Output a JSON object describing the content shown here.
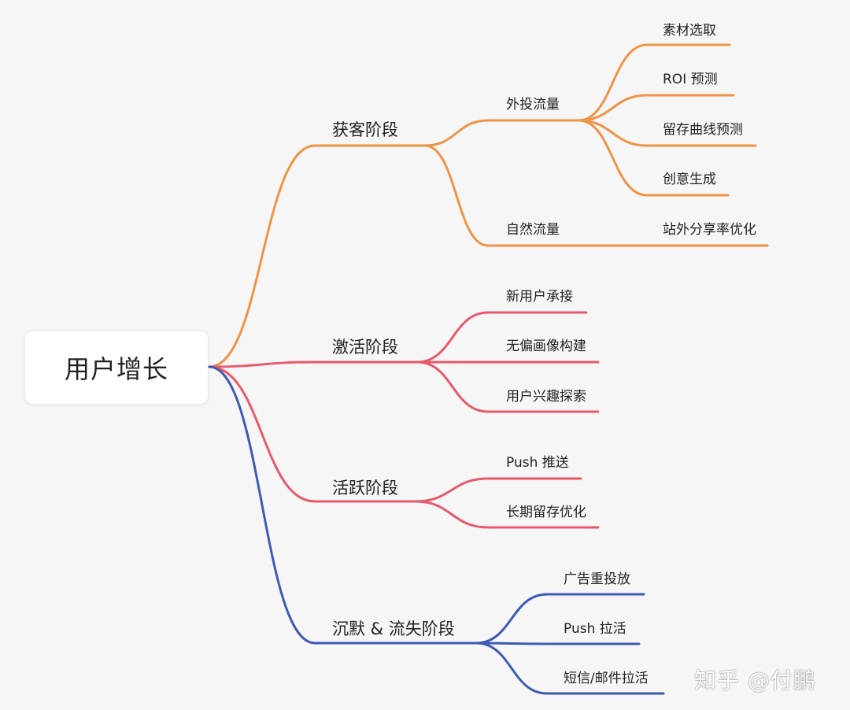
{
  "colors": {
    "orange": "#ee9447",
    "red": "#e8596d",
    "blue": "#3d5bb3",
    "background": "#f6f6f6"
  },
  "root": {
    "label": "用户增长"
  },
  "stages": [
    {
      "label": "获客阶段",
      "color": "orange",
      "children": [
        {
          "label": "外投流量",
          "children": [
            "素材选取",
            "ROI 预测",
            "留存曲线预测",
            "创意生成"
          ]
        },
        {
          "label": "自然流量",
          "children": [
            "站外分享率优化"
          ]
        }
      ]
    },
    {
      "label": "激活阶段",
      "color": "red",
      "children": [
        {
          "label": "新用户承接"
        },
        {
          "label": "无偏画像构建"
        },
        {
          "label": "用户兴趣探索"
        }
      ]
    },
    {
      "label": "活跃阶段",
      "color": "red",
      "children": [
        {
          "label": "Push 推送"
        },
        {
          "label": "长期留存优化"
        }
      ]
    },
    {
      "label": "沉默 & 流失阶段",
      "color": "blue",
      "children": [
        {
          "label": "广告重投放"
        },
        {
          "label": "Push 拉活"
        },
        {
          "label": "短信/邮件拉活"
        }
      ]
    }
  ],
  "watermark": "知乎 @付鹏"
}
